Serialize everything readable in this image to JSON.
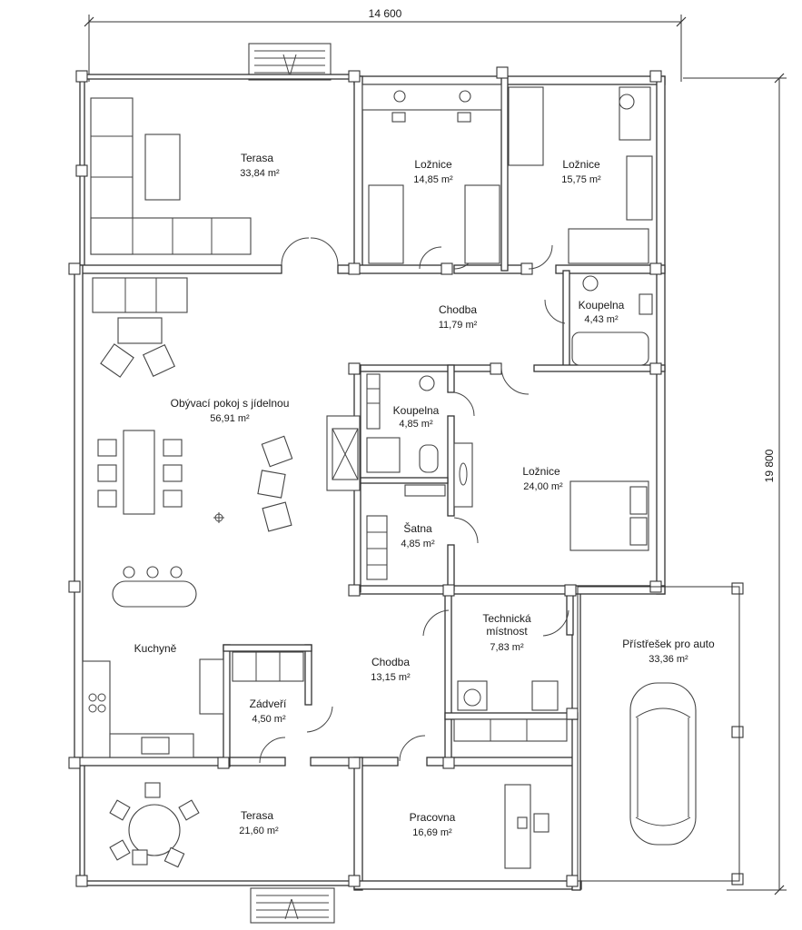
{
  "dimensions": {
    "width": "14 600",
    "height": "19 800"
  },
  "rooms": {
    "terasa_top": {
      "name": "Terasa",
      "area": "33,84 m²"
    },
    "loznice1": {
      "name": "Ložnice",
      "area": "14,85 m²"
    },
    "loznice2": {
      "name": "Ložnice",
      "area": "15,75 m²"
    },
    "chodba1": {
      "name": "Chodba",
      "area": "11,79 m²"
    },
    "koupelna1": {
      "name": "Koupelna",
      "area": "4,43 m²"
    },
    "obyvaci": {
      "name": "Obývací pokoj s jídelnou",
      "area": "56,91 m²"
    },
    "koupelna2": {
      "name": "Koupelna",
      "area": "4,85 m²"
    },
    "loznice3": {
      "name": "Ložnice",
      "area": "24,00 m²"
    },
    "satna": {
      "name": "Šatna",
      "area": "4,85 m²"
    },
    "technicka": {
      "name1": "Technická",
      "name2": "místnost",
      "area": "7,83 m²"
    },
    "pristresek": {
      "name": "Přístřešek pro auto",
      "area": "33,36 m²"
    },
    "kuchyne": {
      "name": "Kuchyně"
    },
    "chodba2": {
      "name": "Chodba",
      "area": "13,15 m²"
    },
    "zadveri": {
      "name": "Zádveří",
      "area": "4,50 m²"
    },
    "terasa_bottom": {
      "name": "Terasa",
      "area": "21,60 m²"
    },
    "pracovna": {
      "name": "Pracovna",
      "area": "16,69 m²"
    }
  }
}
